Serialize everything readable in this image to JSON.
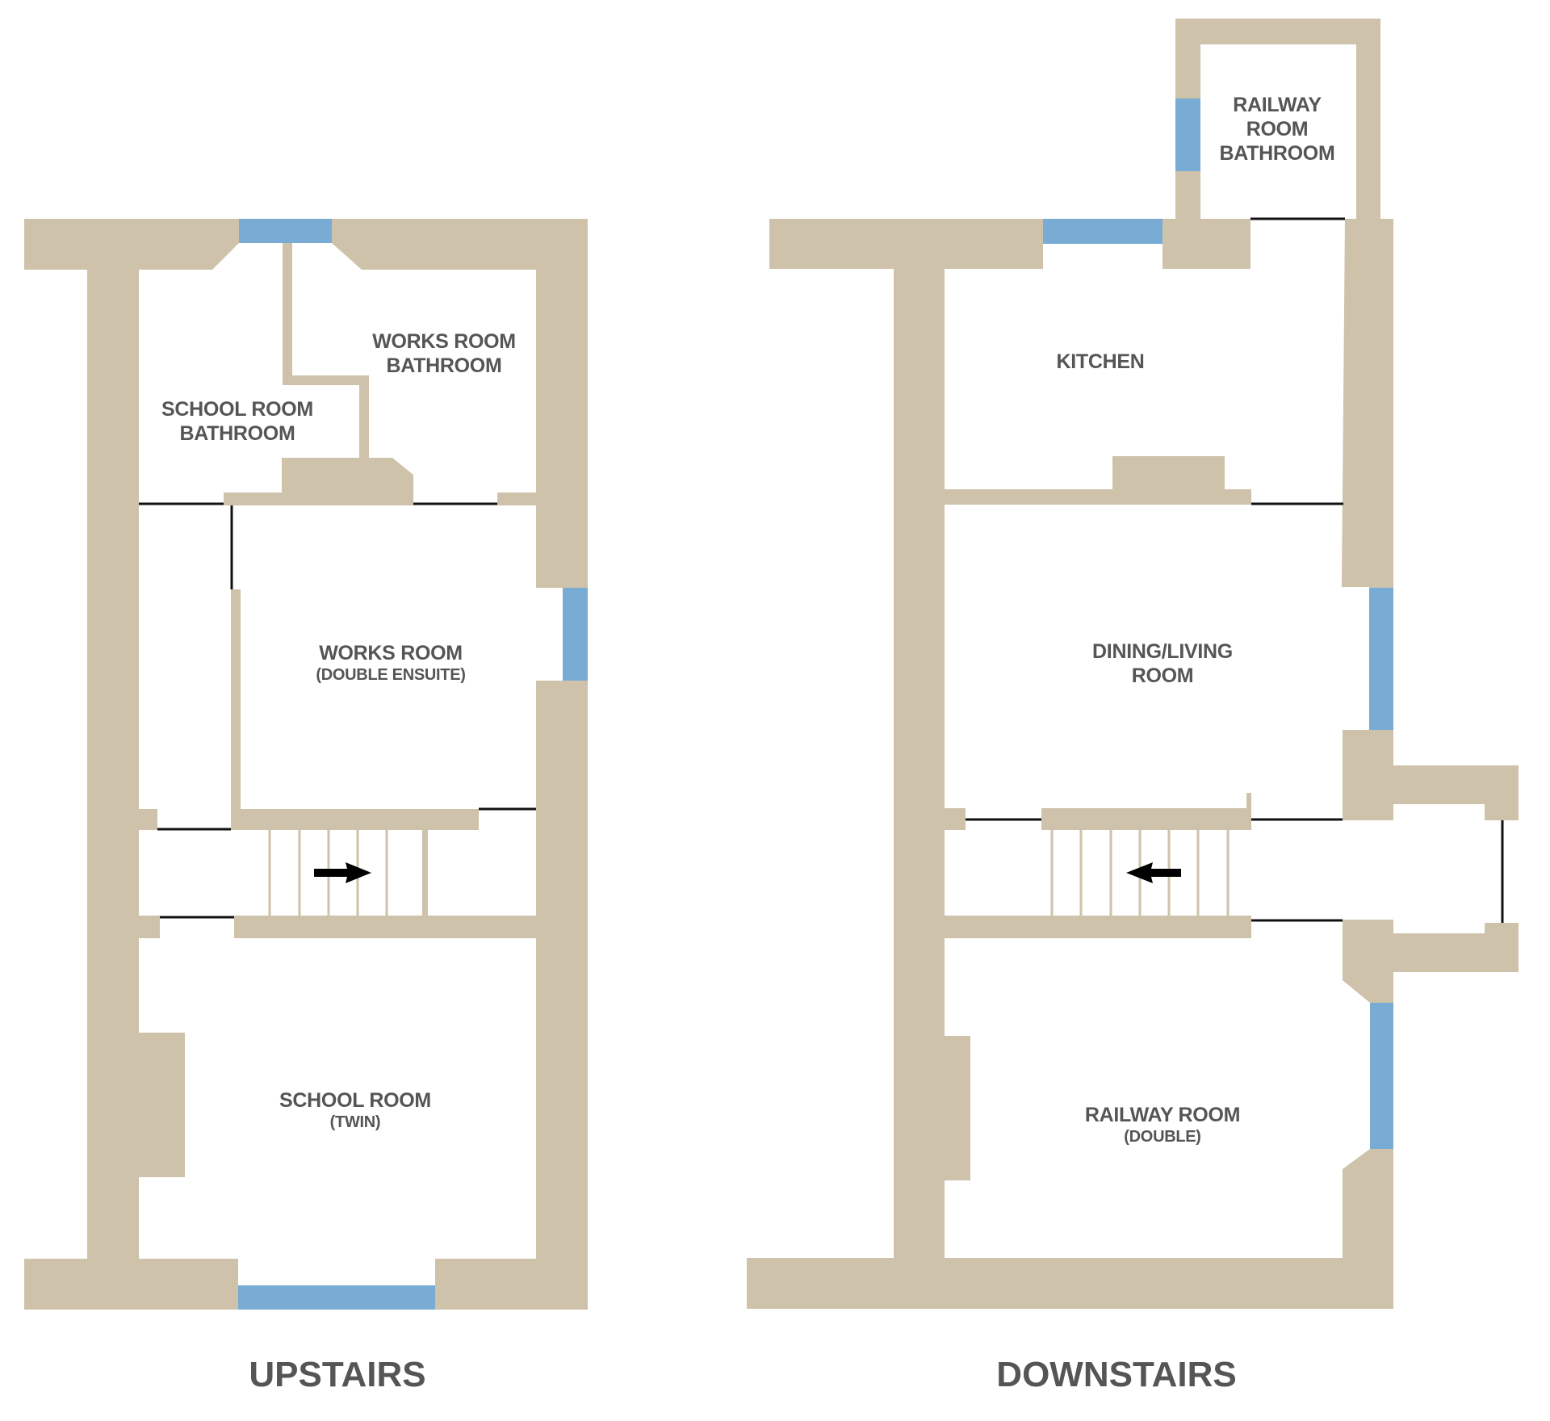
{
  "plans": [
    {
      "id": "upstairs",
      "title": "UPSTAIRS",
      "rooms": [
        {
          "name": "SCHOOL ROOM BATHROOM",
          "lines": [
            "SCHOOL ROOM",
            "BATHROOM"
          ]
        },
        {
          "name": "WORKS ROOM BATHROOM",
          "lines": [
            "WORKS ROOM",
            "BATHROOM"
          ]
        },
        {
          "name": "WORKS ROOM",
          "lines": [
            "WORKS ROOM",
            "(DOUBLE ENSUITE)"
          ]
        },
        {
          "name": "SCHOOL ROOM",
          "lines": [
            "SCHOOL ROOM",
            "(TWIN)"
          ]
        }
      ],
      "stairs_direction": "right"
    },
    {
      "id": "downstairs",
      "title": "DOWNSTAIRS",
      "rooms": [
        {
          "name": "RAILWAY ROOM BATHROOM",
          "lines": [
            "RAILWAY",
            "ROOM",
            "BATHROOM"
          ]
        },
        {
          "name": "KITCHEN",
          "lines": [
            "KITCHEN"
          ]
        },
        {
          "name": "DINING/LIVING ROOM",
          "lines": [
            "DINING/LIVING",
            "ROOM"
          ]
        },
        {
          "name": "RAILWAY ROOM",
          "lines": [
            "RAILWAY ROOM",
            "(DOUBLE)"
          ]
        }
      ],
      "stairs_direction": "left"
    }
  ],
  "colors": {
    "wall": "#CEC2AA",
    "window": "#78ACD4",
    "door_line": "#111111",
    "label_text": "#555555",
    "background": "#FFFFFF"
  }
}
